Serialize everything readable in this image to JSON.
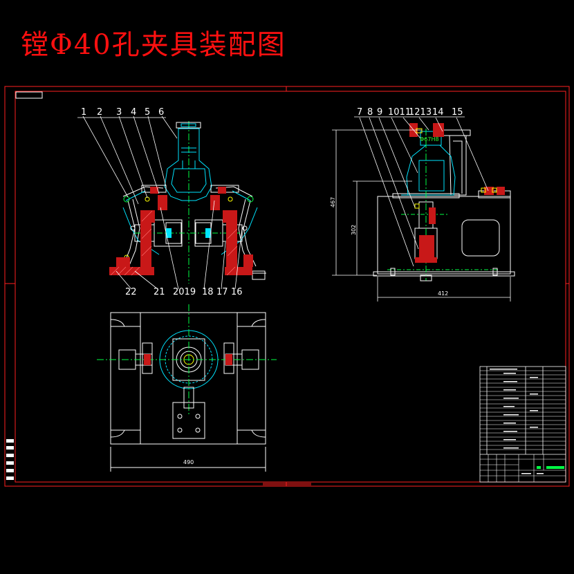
{
  "title": "镗Φ40孔夹具装配图",
  "front_labels_top": [
    "1",
    "2",
    "3",
    "4",
    "5",
    "6"
  ],
  "front_labels_bottom": [
    "22",
    "21",
    "2019",
    "18",
    "17",
    "16"
  ],
  "side_labels_top": [
    "7",
    "8",
    "9",
    "1011",
    "1213",
    "14",
    "15"
  ],
  "dims": {
    "height_total": "467",
    "height_inner": "302",
    "width_side": "412",
    "width_plan": "490",
    "phi": "Φ67H8"
  },
  "colors": {
    "frame": "#ff2020",
    "outline": "#ffffff",
    "part": "#00e5ff",
    "section": "#d01818",
    "center": "#00ff44",
    "accent": "#ffff00"
  }
}
